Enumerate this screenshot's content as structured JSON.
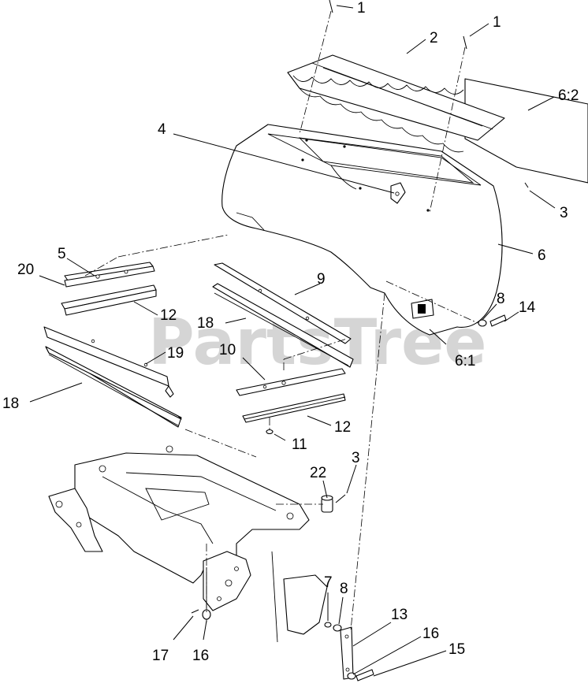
{
  "watermark": {
    "text": "PartsTree"
  },
  "callouts": {
    "c1a": "1",
    "c1b": "1",
    "c2": "2",
    "c3a": "3",
    "c3b": "3",
    "c4": "4",
    "c5": "5",
    "c6": "6",
    "c6_1": "6:1",
    "c6_2": "6:2",
    "c7": "7",
    "c8a": "8",
    "c8b": "8",
    "c9": "9",
    "c10": "10",
    "c11": "11",
    "c12a": "12",
    "c12b": "12",
    "c13": "13",
    "c14": "14",
    "c15": "15",
    "c16a": "16",
    "c16b": "16",
    "c17": "17",
    "c18a": "18",
    "c18b": "18",
    "c19": "19",
    "c20": "20",
    "c22": "22"
  }
}
